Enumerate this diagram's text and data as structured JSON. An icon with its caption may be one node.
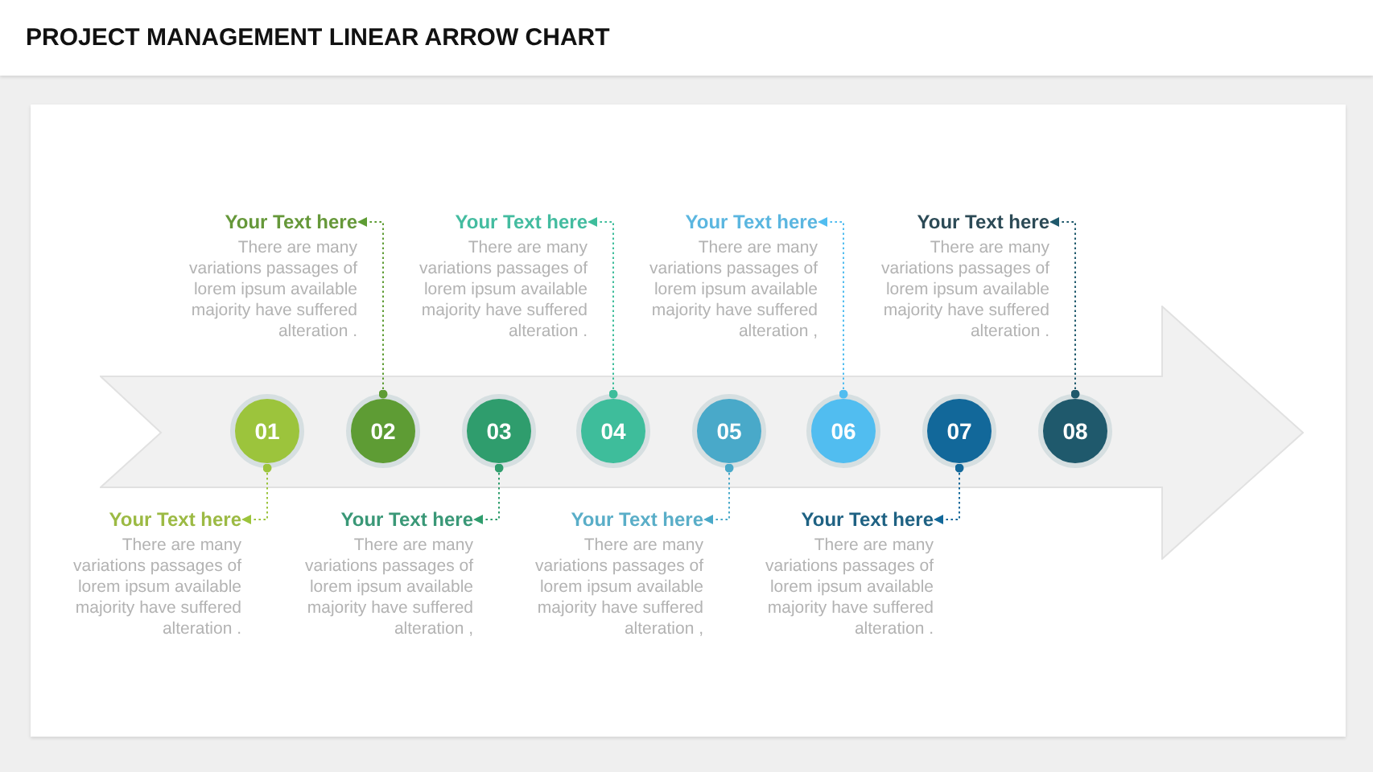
{
  "diagram": {
    "title": "PROJECT MANAGEMENT LINEAR ARROW CHART",
    "nodes": [
      {
        "text": [],
        "shape": "arrow"
      },
      {
        "text": [
          "01"
        ],
        "in": 0
      },
      {
        "text": [
          "02"
        ],
        "in": 0
      },
      {
        "text": [
          "03"
        ],
        "in": 0
      },
      {
        "text": [
          "04"
        ],
        "in": 0
      },
      {
        "text": [
          "05"
        ],
        "in": 0
      },
      {
        "text": [
          "06"
        ],
        "in": 0
      },
      {
        "text": [
          "07"
        ],
        "in": 0
      },
      {
        "text": [
          "08"
        ],
        "in": 0
      },
      {
        "text": [
          "Your Text here",
          "There are many variations passages of lorem ipsum available majority have suffered alteration ."
        ]
      },
      {
        "text": [
          "Your Text here",
          "There are many variations passages of lorem ipsum available majority have suffered alteration ."
        ]
      },
      {
        "text": [
          "Your Text here",
          "There are many variations passages of lorem ipsum available majority have suffered alteration ,"
        ]
      },
      {
        "text": [
          "Your Text here",
          "There are many variations passages of lorem ipsum available majority have suffered alteration ."
        ]
      },
      {
        "text": [
          "Your Text here",
          "There are many variations passages of lorem ipsum available majority have suffered alteration ,"
        ]
      },
      {
        "text": [
          "Your Text here",
          "There are many variations passages of lorem ipsum available majority have suffered alteration ,"
        ]
      },
      {
        "text": [
          "Your Text here",
          "There are many variations passages of lorem ipsum available majority have suffered alteration ."
        ]
      },
      {
        "text": [
          "Your Text here",
          "There are many variations passages of lorem ipsum available majority have suffered alteration ."
        ]
      }
    ],
    "edges": [
      {
        "from": 1,
        "to": 9,
        "arrow": "to",
        "style": "dashed",
        "color": "#9cc43c"
      },
      {
        "from": 2,
        "to": 10,
        "arrow": "to",
        "style": "dashed",
        "color": "#5e9c34"
      },
      {
        "from": 3,
        "to": 11,
        "arrow": "to",
        "style": "dashed",
        "color": "#2f9d6d"
      },
      {
        "from": 4,
        "to": 12,
        "arrow": "to",
        "style": "dashed",
        "color": "#3ebd9b"
      },
      {
        "from": 5,
        "to": 13,
        "arrow": "to",
        "style": "dashed",
        "color": "#49a9c9"
      },
      {
        "from": 6,
        "to": 14,
        "arrow": "to",
        "style": "dashed",
        "color": "#51bdf0"
      },
      {
        "from": 7,
        "to": 15,
        "arrow": "to",
        "style": "dashed",
        "color": "#12689a"
      },
      {
        "from": 8,
        "to": 16,
        "arrow": "to",
        "style": "dashed",
        "color": "#1f596c"
      }
    ]
  }
}
